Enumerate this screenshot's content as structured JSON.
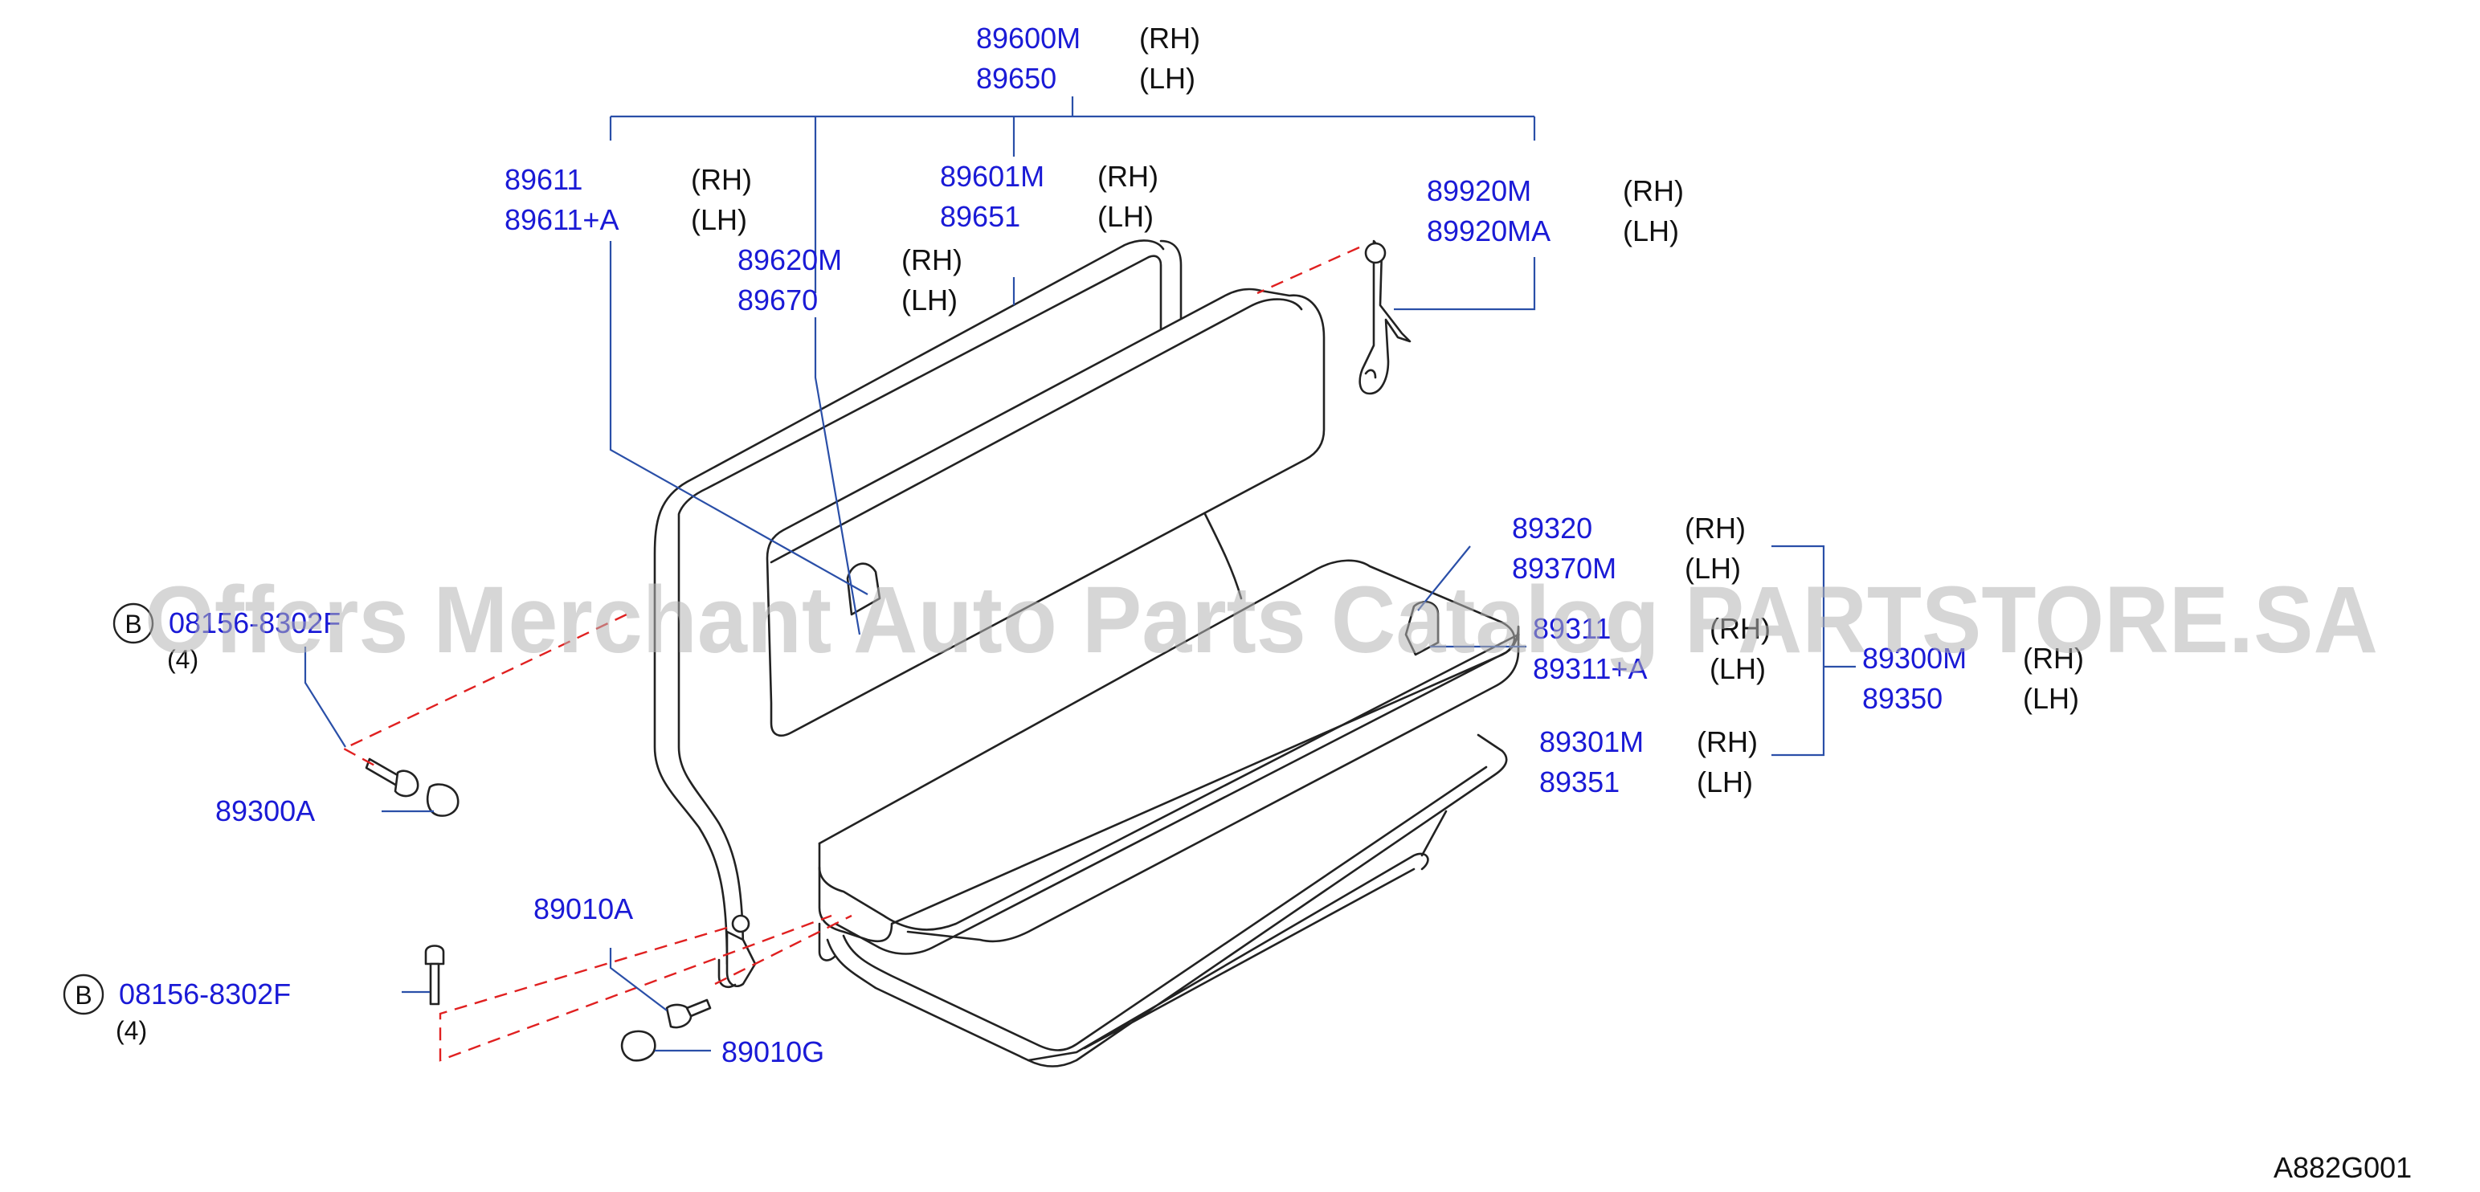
{
  "labels": {
    "assembly": {
      "rh": "89600M",
      "rh_side": "(RH)",
      "lh": "89650",
      "lh_side": "(LH)"
    },
    "frame": {
      "rh": "89611",
      "rh_side": "(RH)",
      "lh": "89611+A",
      "lh_side": "(LH)"
    },
    "back_cushion": {
      "rh": "89601M",
      "rh_side": "(RH)",
      "lh": "89651",
      "lh_side": "(LH)"
    },
    "back_trim": {
      "rh": "89620M",
      "rh_side": "(RH)",
      "lh": "89670",
      "lh_side": "(LH)"
    },
    "latch": {
      "rh": "89920M",
      "rh_side": "(RH)",
      "lh": "89920MA",
      "lh_side": "(LH)"
    },
    "cushion_upper": {
      "rh": "89320",
      "rh_side": "(RH)",
      "lh": "89370M",
      "lh_side": "(LH)"
    },
    "cushion_trim": {
      "rh": "89311",
      "rh_side": "(RH)",
      "lh": "89311+A",
      "lh_side": "(LH)"
    },
    "cushion_assembly": {
      "rh": "89300M",
      "rh_side": "(RH)",
      "lh": "89350",
      "lh_side": "(LH)"
    },
    "cushion_frame": {
      "rh": "89301M",
      "rh_side": "(RH)",
      "lh": "89351",
      "lh_side": "(LH)"
    },
    "bolt_upper": {
      "marker": "B",
      "part": "08156-8302F",
      "qty": "(4)"
    },
    "bolt_lower": {
      "marker": "B",
      "part": "08156-8302F",
      "qty": "(4)"
    },
    "cap_upper": "89300A",
    "clip": "89010A",
    "cap_lower": "89010G"
  },
  "diagram_code": "A882G001",
  "watermark": "Offers Merchant Auto Parts Catalog PARTSTORE.SA",
  "colors": {
    "part_number": "#1a1ad6",
    "leader_line": "#2a4fa8",
    "dashed_guide": "#e02020",
    "outline": "#222222",
    "watermark": "#b4b4b4"
  }
}
